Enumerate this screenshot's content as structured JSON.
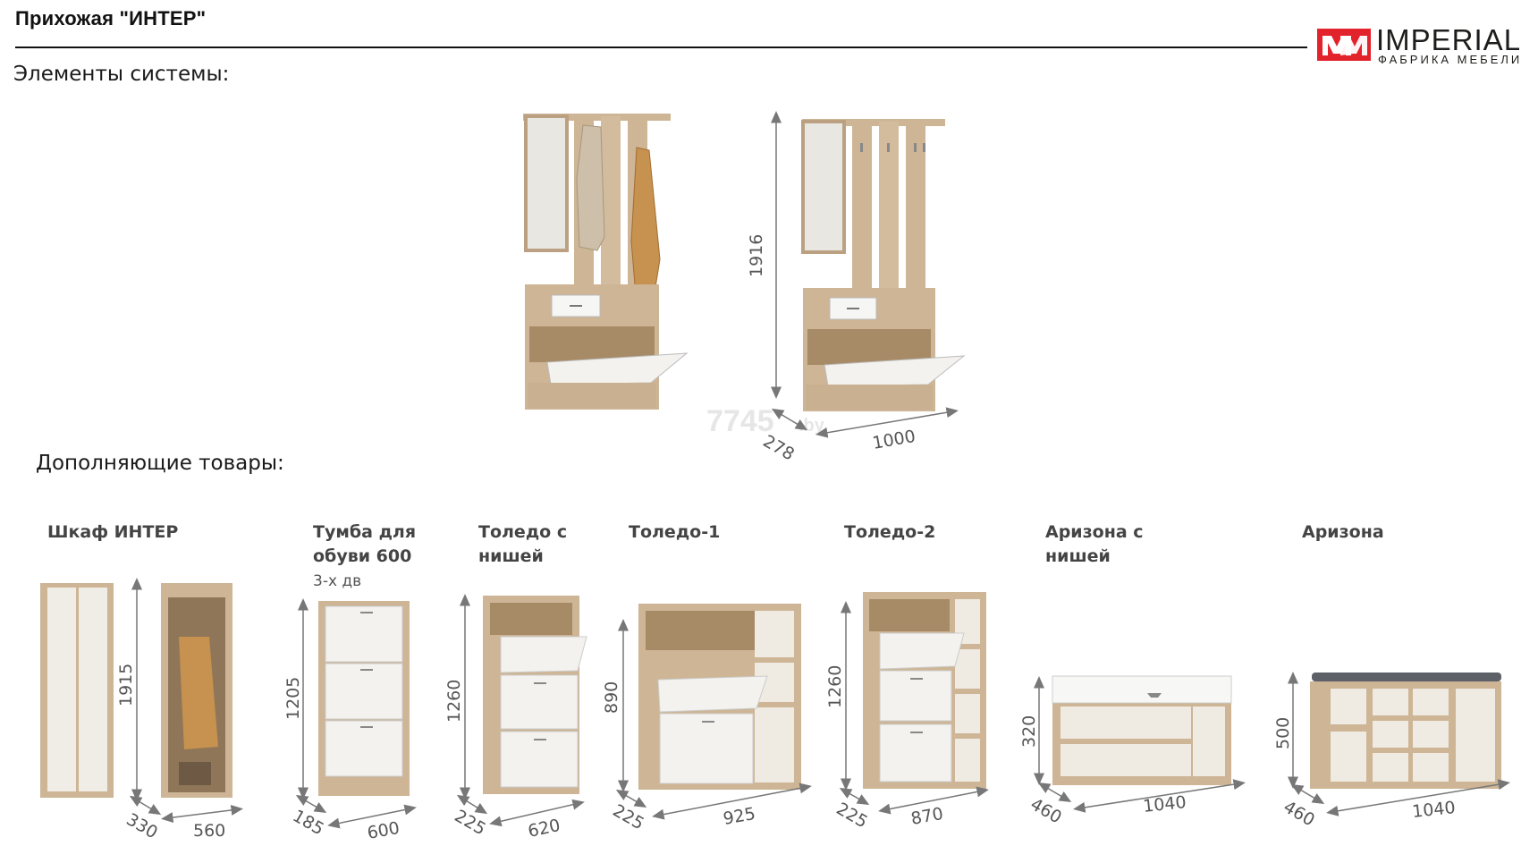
{
  "header": {
    "title": "Прихожая \"ИНТЕР\"",
    "brand": "IMPERIAL",
    "brand_sub": "ФАБРИКА МЕБЕЛИ",
    "logo_mark": "MM",
    "logo_color": "#e3232c"
  },
  "sections": {
    "system": "Элементы системы:",
    "extra": "Дополняющие товары:"
  },
  "watermark": "7745",
  "watermark_suffix": ".by",
  "system_dims": {
    "height": "1916",
    "depth": "278",
    "width": "1000"
  },
  "products": [
    {
      "name": "Шкаф ИНТЕР",
      "sub": "",
      "dims": [
        "1915",
        "330",
        "560"
      ]
    },
    {
      "name": "Тумба для обуви 600",
      "sub": "3-х дв",
      "dims": [
        "1205",
        "185",
        "600"
      ]
    },
    {
      "name": "Толедо с нишей",
      "sub": "",
      "dims": [
        "1260",
        "225",
        "620"
      ]
    },
    {
      "name": "Толедо-1",
      "sub": "",
      "dims": [
        "890",
        "225",
        "925"
      ]
    },
    {
      "name": "Толедо-2",
      "sub": "",
      "dims": [
        "1260",
        "225",
        "870"
      ]
    },
    {
      "name": "Аризона с нишей",
      "sub": "",
      "dims": [
        "320",
        "460",
        "1040"
      ]
    },
    {
      "name": "Аризона",
      "sub": "",
      "dims": [
        "500",
        "460",
        "1040"
      ]
    }
  ],
  "colors": {
    "oak": "#cdb595",
    "oak_dark": "#b59a78",
    "white_panel": "#f3f2ef",
    "dim_line": "#777777"
  }
}
